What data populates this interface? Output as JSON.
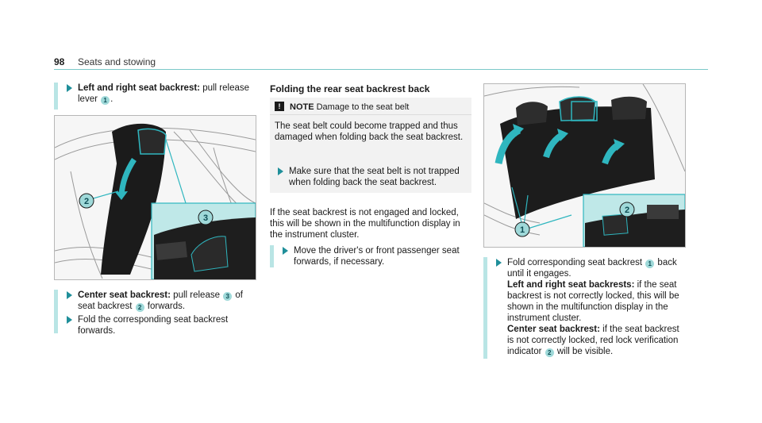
{
  "header": {
    "page_number": "98",
    "section": "Seats and stowing"
  },
  "col1": {
    "step1_bold": "Left and right seat backrest:",
    "step1_text": " pull release lever ",
    "step1_badge": "1",
    "step1_end": ".",
    "step2_bold": "Center seat backrest:",
    "step2_text_a": " pull release ",
    "step2_badge_a": "3",
    "step2_text_b": " of seat backrest ",
    "step2_badge_b": "2",
    "step2_text_c": " forwards.",
    "step3_text": "Fold the corresponding seat backrest forwards."
  },
  "figure1": {
    "callouts": [
      "2",
      "3"
    ]
  },
  "col2": {
    "heading": "Folding the rear seat backrest back",
    "note_mark": "!",
    "note_label": "NOTE",
    "note_title": "Damage to the seat belt",
    "note_body": "The seat belt could become trapped and thus damaged when folding back the seat backrest.",
    "note_action": "Make sure that the seat belt is not trapped when folding back the seat backrest.",
    "paragraph": "If the seat backrest is not engaged and locked, this will be shown in the multifunction display in the instrument cluster.",
    "step_text": "Move the driver's or front passenger seat forwards, if necessary."
  },
  "figure2": {
    "callouts": [
      "2",
      "1"
    ]
  },
  "col3": {
    "step_a": "Fold corresponding seat backrest ",
    "step_badge_1": "1",
    "step_b": " back until it engages.",
    "lr_bold": "Left and right seat backrests:",
    "lr_text": " if the seat backrest is not correctly locked, this will be shown in the multifunction display in the instrument cluster.",
    "center_bold": "Center seat backrest:",
    "center_text_a": " if the seat backrest is not correctly locked, red lock verification indicator ",
    "center_badge": "2",
    "center_text_b": " will be visible."
  },
  "colors": {
    "accent": "#1f8f9a",
    "bar": "#b9e5e5",
    "inset": "#bfe8e8"
  }
}
